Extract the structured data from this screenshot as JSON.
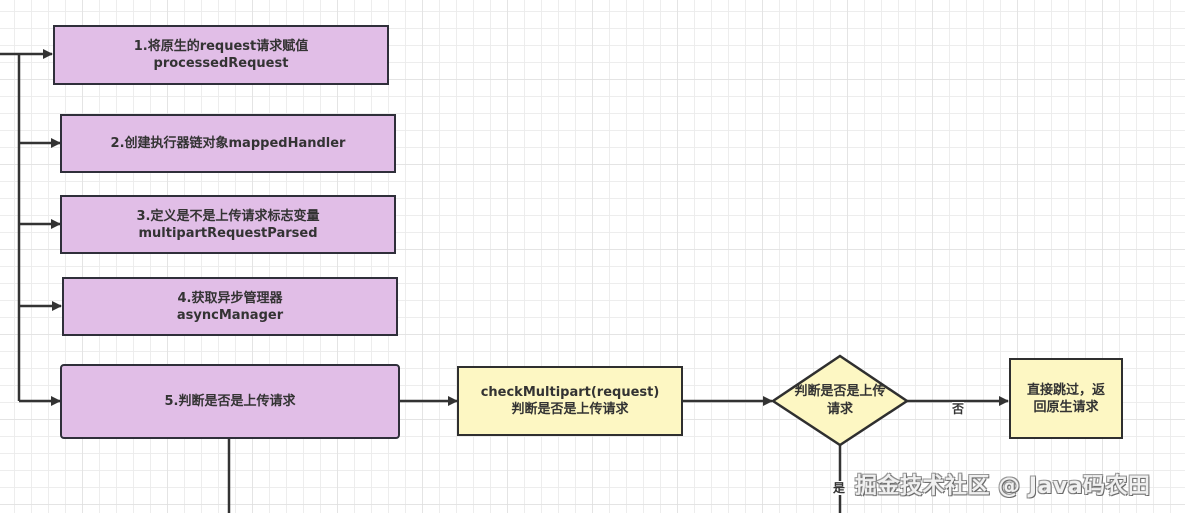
{
  "diagram": {
    "steps": [
      {
        "id": "step1",
        "text": "1.将原生的request请求赋值\nprocessedRequest"
      },
      {
        "id": "step2",
        "text": "2.创建执行器链对象mappedHandler"
      },
      {
        "id": "step3",
        "text": "3.定义是不是上传请求标志变量\nmultipartRequestParsed"
      },
      {
        "id": "step4",
        "text": "4.获取异步管理器\nasyncManager"
      },
      {
        "id": "step5",
        "text": "5.判断是否是上传请求"
      }
    ],
    "check_box": {
      "text": "checkMultipart(request)\n判断是否是上传请求"
    },
    "decision": {
      "text": "判断是否是上传\n请求"
    },
    "skip_box": {
      "text": "直接跳过，返\n回原生请求"
    },
    "edge_labels": {
      "no": "否",
      "yes": "是"
    },
    "colors": {
      "process_fill": "#e1bee7",
      "decision_fill": "#fdf7c3",
      "stroke": "#2f2f3a"
    }
  },
  "watermark": "掘金技术社区 @ Java码农田"
}
